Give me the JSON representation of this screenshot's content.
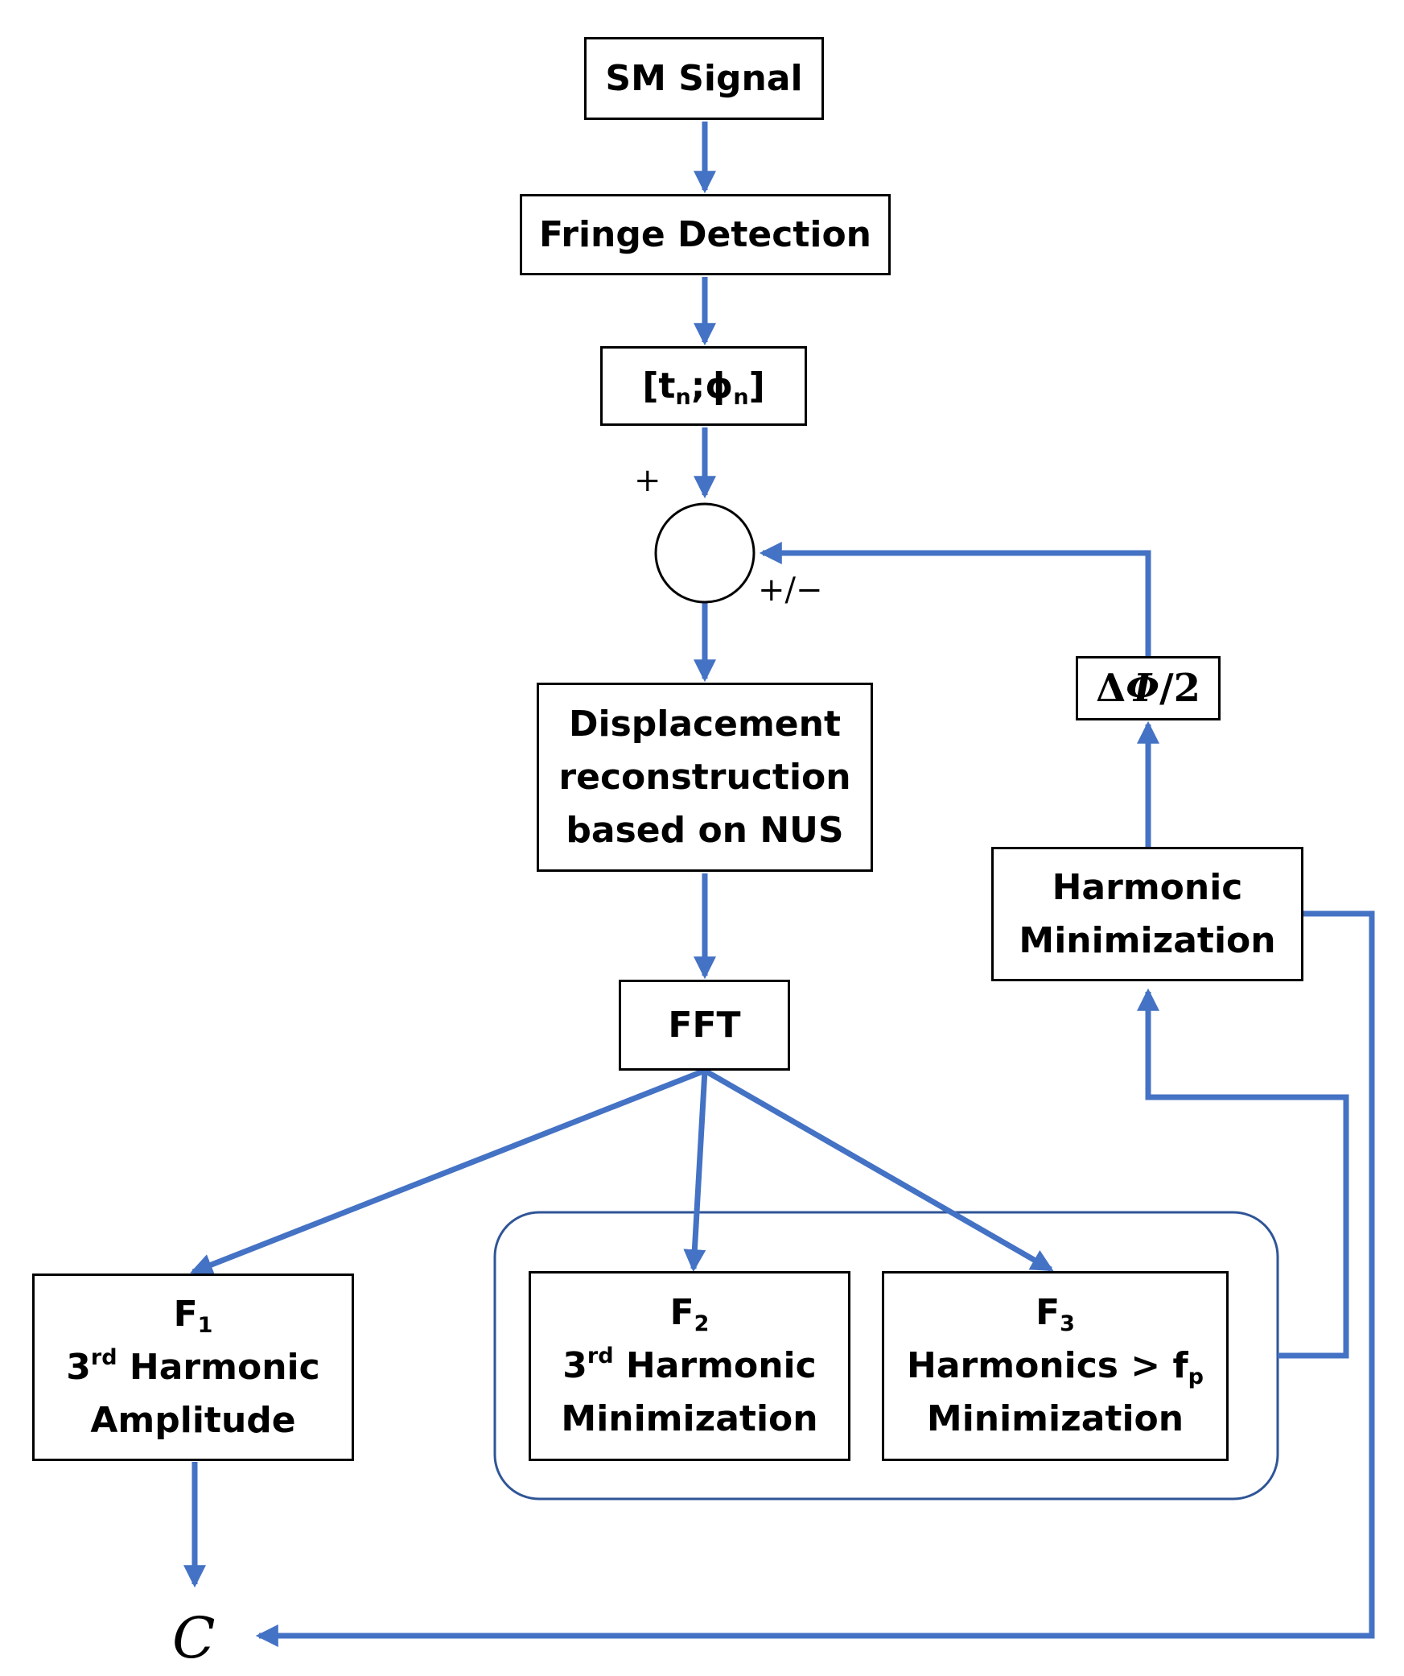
{
  "colors": {
    "arrow": "#4472C4",
    "box_border": "#000000",
    "group_border": "#2F5597",
    "background": "#ffffff"
  },
  "nodes": {
    "sm_signal": "SM Signal",
    "fringe_detection": "Fringe Detection",
    "tn_phin": {
      "open": "[t",
      "t_sub": "n",
      "mid": ";ϕ",
      "phi_sub": "n",
      "close": "]"
    },
    "summing_junction": {
      "plus_label": "+",
      "plus_minus_label": "+/−"
    },
    "displacement": [
      "Displacement",
      "reconstruction",
      "based on NUS"
    ],
    "fft": "FFT",
    "f1": {
      "name": "F",
      "sub": "1",
      "line2_sup_num": "3",
      "line2_sup": "rd",
      "line2_rest": " Harmonic",
      "line3": "Amplitude"
    },
    "f2": {
      "name": "F",
      "sub": "2",
      "line2_sup_num": "3",
      "line2_sup": "rd",
      "line2_rest": " Harmonic",
      "line3": "Minimization"
    },
    "f3": {
      "name": "F",
      "sub": "3",
      "line2_pre": "Harmonics > f",
      "line2_sub": "p",
      "line3": "Minimization"
    },
    "harmonic_minimization": [
      "Harmonic",
      "Minimization"
    ],
    "delta_phi": {
      "delta": "Δ",
      "phi": "Φ",
      "rest": "/2"
    },
    "output_c": "C"
  }
}
